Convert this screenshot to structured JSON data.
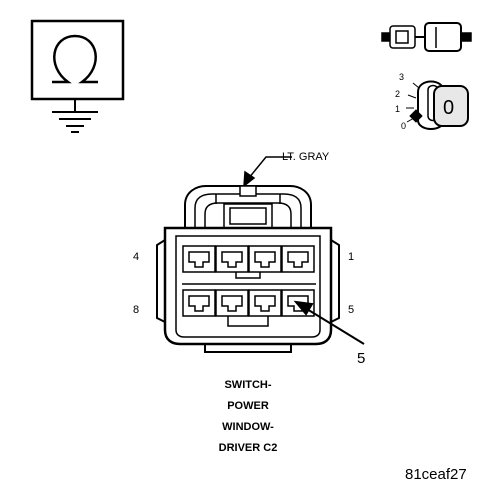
{
  "connector": {
    "color_label": "LT. GRAY",
    "pin_labels": {
      "top_left": "4",
      "top_right": "1",
      "bottom_left": "8",
      "bottom_right": "5"
    },
    "callout_pin": "5",
    "title_lines": [
      "SWITCH-",
      "POWER",
      "WINDOW-",
      "DRIVER C2"
    ]
  },
  "icons": {
    "ground_symbol": "ground-omega-icon",
    "connector_plug": "connector-plug-icon",
    "ignition_key": "ignition-key-icon"
  },
  "ignition": {
    "positions": [
      "3",
      "2",
      "1",
      "0"
    ],
    "key_text": "0"
  },
  "figure_id": "81ceaf27",
  "colors": {
    "line": "#000000",
    "background": "#ffffff",
    "key_fill": "#e8e8e8"
  }
}
